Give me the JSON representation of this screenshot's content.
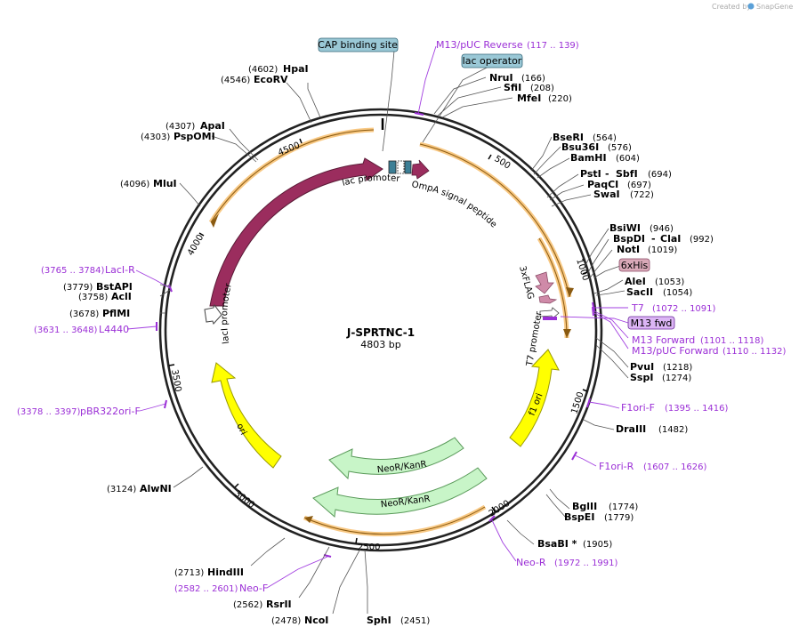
{
  "credit": {
    "prefix": "Created by",
    "brand": "SnapGene"
  },
  "plasmid": {
    "name": "J-SPRTNC-1",
    "size": "4803 bp"
  },
  "ticks": [
    "500",
    "1000",
    "1500",
    "2000",
    "2500",
    "3000",
    "3500",
    "4000",
    "4500"
  ],
  "sites": [
    {
      "name": "HpaI",
      "pos": "(4602)"
    },
    {
      "name": "EcoRV",
      "pos": "(4546)"
    },
    {
      "name": "ApaI",
      "pos": "(4307)"
    },
    {
      "name": "PspOMI",
      "pos": "(4303)"
    },
    {
      "name": "MluI",
      "pos": "(4096)"
    },
    {
      "name": "BstAPI",
      "pos": "(3779)"
    },
    {
      "name": "AclI",
      "pos": "(3758)"
    },
    {
      "name": "PflMI",
      "pos": "(3678)"
    },
    {
      "name": "AlwNI",
      "pos": "(3124)"
    },
    {
      "name": "HindIII",
      "pos": "(2713)"
    },
    {
      "name": "RsrII",
      "pos": "(2562)"
    },
    {
      "name": "NcoI",
      "pos": "(2478)"
    },
    {
      "name": "SphI",
      "pos": "(2451)"
    },
    {
      "name": "NruI",
      "pos": "(166)"
    },
    {
      "name": "SfiI",
      "pos": "(208)"
    },
    {
      "name": "MfeI",
      "pos": "(220)"
    },
    {
      "name": "BseRI",
      "pos": "(564)"
    },
    {
      "name": "Bsu36I",
      "pos": "(576)"
    },
    {
      "name": "BamHI",
      "pos": "(604)"
    },
    {
      "name": "PstI",
      "pos": "(694)"
    },
    {
      "name": "SbfI",
      "pos": ""
    },
    {
      "name": "PaqCI",
      "pos": "(697)"
    },
    {
      "name": "SwaI",
      "pos": "(722)"
    },
    {
      "name": "BsiWI",
      "pos": "(946)"
    },
    {
      "name": "BspDI",
      "pos": "(992)"
    },
    {
      "name": "ClaI",
      "pos": ""
    },
    {
      "name": "NotI",
      "pos": "(1019)"
    },
    {
      "name": "AleI",
      "pos": "(1053)"
    },
    {
      "name": "SacII",
      "pos": "(1054)"
    },
    {
      "name": "PvuI",
      "pos": "(1218)"
    },
    {
      "name": "SspI",
      "pos": "(1274)"
    },
    {
      "name": "DraIII",
      "pos": "(1482)"
    },
    {
      "name": "BglII",
      "pos": "(1774)"
    },
    {
      "name": "BspEI",
      "pos": "(1779)"
    },
    {
      "name": "BsaBI *",
      "pos": "(1905)"
    }
  ],
  "primers": [
    {
      "name": "M13/pUC Reverse",
      "range": "(117 .. 139)"
    },
    {
      "name": "T7",
      "range": "(1072 .. 1091)"
    },
    {
      "name": "M13 Forward",
      "range": "(1101 .. 1118)"
    },
    {
      "name": "M13/pUC Forward",
      "range": "(1110 .. 1132)"
    },
    {
      "name": "F1ori-F",
      "range": "(1395 .. 1416)"
    },
    {
      "name": "F1ori-R",
      "range": "(1607 .. 1626)"
    },
    {
      "name": "Neo-R",
      "range": "(1972 .. 1991)"
    },
    {
      "name": "Neo-F",
      "range": "(2582 .. 2601)"
    },
    {
      "name": "pBR322ori-F",
      "range": "(3378 .. 3397)"
    },
    {
      "name": "L4440",
      "range": "(3631 .. 3648)"
    },
    {
      "name": "LacI-R",
      "range": "(3765 .. 3784)"
    }
  ],
  "boxes": {
    "cap": "CAP binding site",
    "lacop": "lac operator",
    "his": "6xHis",
    "m13fwd": "M13 fwd"
  },
  "features": {
    "lacI": "lacI",
    "lacI_promoter": "lacI promoter",
    "lac_promoter": "lac promoter",
    "ompa": "OmpA signal peptide",
    "flag": "3xFLAG",
    "t7_promoter": "T7 promoter",
    "f1ori": "f1 ori",
    "neo1": "NeoR/KanR",
    "neo2": "NeoR/KanR",
    "ori": "ori"
  },
  "colors": {
    "lacI": "#9b2d5e",
    "ori": "#ffff00",
    "f1ori": "#ffff00",
    "neo": "#c8f5c8",
    "primer": "#9b2fd6",
    "orfArc": "#f5b65a",
    "capBox": "#9ac8d6",
    "hisBox": "#d9a9b8",
    "m13Box": "#dcb5f5"
  }
}
